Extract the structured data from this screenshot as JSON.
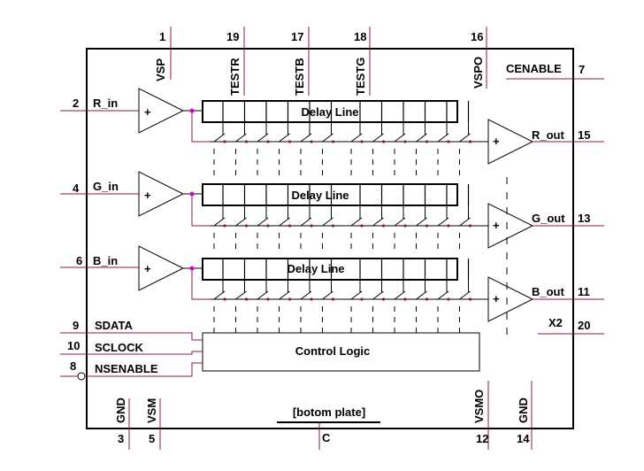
{
  "pins": {
    "vsp": {
      "num": "1",
      "name": "VSP"
    },
    "testr": {
      "num": "19",
      "name": "TESTR"
    },
    "testb": {
      "num": "17",
      "name": "TESTB"
    },
    "testg": {
      "num": "18",
      "name": "TESTG"
    },
    "vspo": {
      "num": "16",
      "name": "VSPO"
    },
    "cenable": {
      "num": "7",
      "name": "CENABLE"
    },
    "r_in": {
      "num": "2",
      "name": "R_in"
    },
    "g_in": {
      "num": "4",
      "name": "G_in"
    },
    "b_in": {
      "num": "6",
      "name": "B_in"
    },
    "r_out": {
      "num": "15",
      "name": "R_out"
    },
    "g_out": {
      "num": "13",
      "name": "G_out"
    },
    "b_out": {
      "num": "11",
      "name": "B_out"
    },
    "x2": {
      "num": "20",
      "name": "X2"
    },
    "sdata": {
      "num": "9",
      "name": "SDATA"
    },
    "sclock": {
      "num": "10",
      "name": "SCLOCK"
    },
    "nsenable": {
      "num": "8",
      "name": "NSENABLE"
    },
    "gnd_left": {
      "num": "3",
      "name": "GND"
    },
    "vsm": {
      "num": "5",
      "name": "VSM"
    },
    "c": {
      "num": "C",
      "name": "[botom plate]"
    },
    "vsmo": {
      "num": "12",
      "name": "VSMO"
    },
    "gnd_right": {
      "num": "14",
      "name": "GND"
    }
  },
  "blocks": {
    "delay_line": "Delay Line",
    "control_logic": "Control Logic"
  },
  "symbols": {
    "plus": "+"
  },
  "colors": {
    "line": "#000000",
    "pin_wire": "#8b1a3a",
    "junction": "#e000e0",
    "switch_node": "#8b1a3a"
  }
}
